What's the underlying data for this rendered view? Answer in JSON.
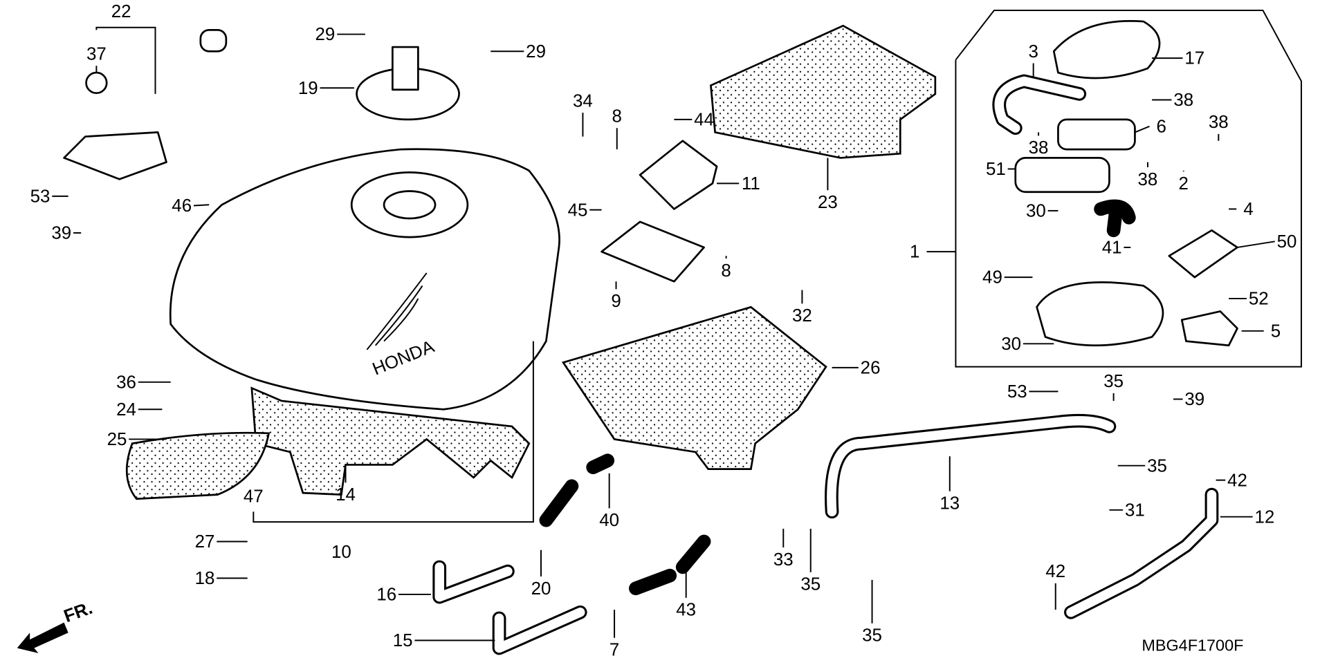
{
  "diagram": {
    "code": "MBG4F1700F",
    "front_marker": "FR.",
    "callouts": [
      "22",
      "37",
      "29",
      "29",
      "19",
      "34",
      "8",
      "44",
      "11",
      "23",
      "3",
      "17",
      "38",
      "38",
      "38",
      "6",
      "51",
      "38",
      "2",
      "4",
      "50",
      "1",
      "30",
      "41",
      "49",
      "52",
      "5",
      "30",
      "53",
      "46",
      "39",
      "45",
      "9",
      "8",
      "32",
      "26",
      "36",
      "24",
      "25",
      "47",
      "14",
      "10",
      "27",
      "18",
      "40",
      "16",
      "20",
      "43",
      "15",
      "7",
      "33",
      "35",
      "35",
      "13",
      "53",
      "35",
      "39",
      "35",
      "42",
      "31",
      "12",
      "42"
    ],
    "logo_text": "HONDA"
  }
}
